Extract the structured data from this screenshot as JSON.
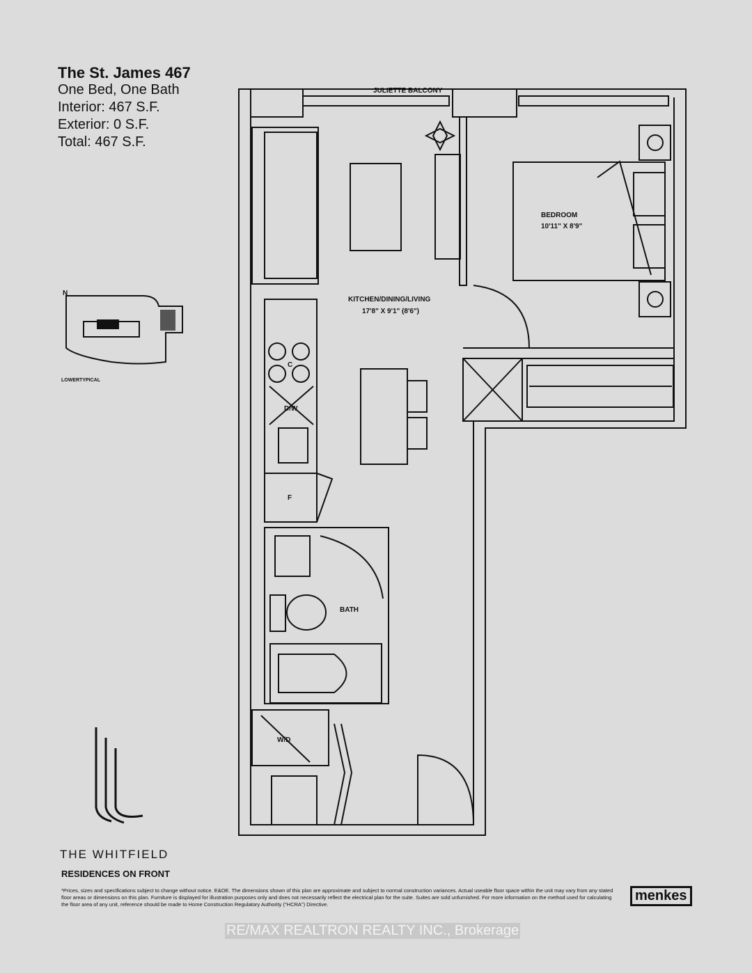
{
  "unit": {
    "name": "The St. James 467",
    "type": "One Bed, One Bath",
    "interior": "Interior: 467 S.F.",
    "exterior": "Exterior: 0 S.F.",
    "total": "Total: 467 S.F."
  },
  "plan": {
    "balcony_label": "JULIETTE BALCONY",
    "bedroom_label": "BEDROOM",
    "bedroom_dims": "10'11\" X 8'9\"",
    "living_label": "KITCHEN/DINING/LIVING",
    "living_dims": "17'8\" X 9'1\" (8'6\")",
    "bath_label": "BATH",
    "dw_label": "D/W",
    "wd_label": "W/D",
    "cooktop_label": "C",
    "fridge_label": "F"
  },
  "keyplan": {
    "label": "LOWERTYPICAL",
    "north": "N"
  },
  "brand": {
    "name": "THE WHITFIELD",
    "sub": "RESIDENCES ON FRONT",
    "developer": "menkes"
  },
  "disclaimer": "*Prices, sizes and specifications subject to change without notice. E&OE. The dimensions shown of this plan are approximate and subject to normal construction variances. Actual useable floor space within the unit may vary from any stated floor areas or dimensions on this plan. Furniture is displayed for illustration purposes only and does not necessarily reflect the electrical plan for the suite. Suites are sold unfurnished. For more information on the method used for calculating the floor area of any unit, reference should be made to Home Construction Regulatory Authority (\"HCRA\") Directive.",
  "watermark": "RE/MAX REALTRON REALTY INC., Brokerage"
}
